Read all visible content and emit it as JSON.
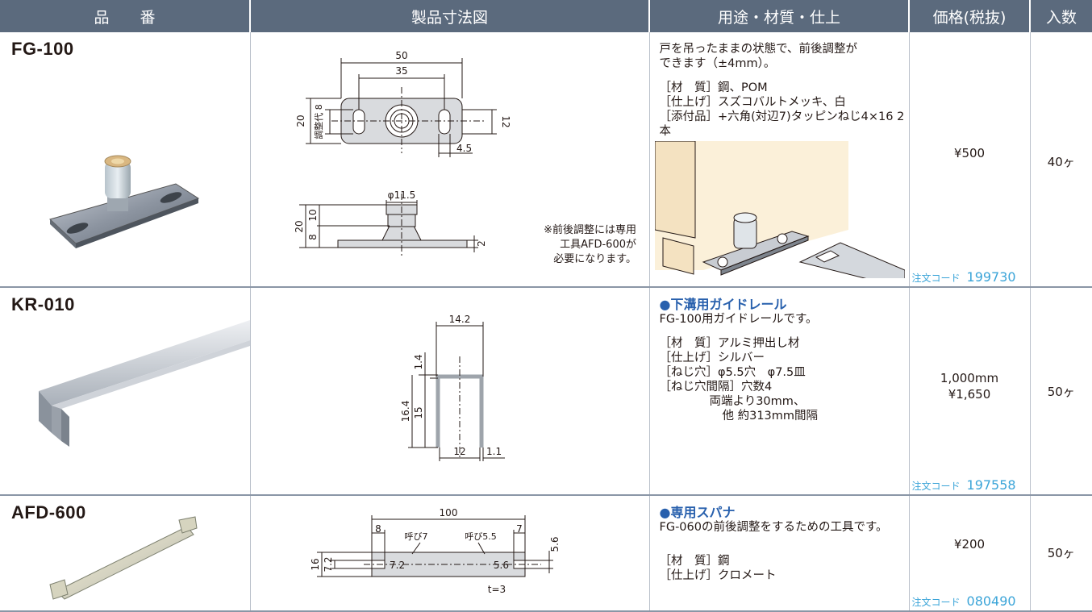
{
  "header": {
    "col_code": "品　　番",
    "col_drawing": "製品寸法図",
    "col_use": "用途・材質・仕上",
    "col_price": "価格(税抜)",
    "col_qty": "入数"
  },
  "rows": [
    {
      "code": "FG-100",
      "use_lines": [
        "戸を吊ったままの状態で、前後調整が",
        "できます（±4mm）。"
      ],
      "material": "［材　質］鋼、POM",
      "finish": "［仕上げ］スズコバルトメッキ、白",
      "accessory": "［添付品］+六角(対辺7)タッピンねじ4×16 2本",
      "note": [
        "※前後調整には専用",
        "工具AFD-600が",
        "必要になります。"
      ],
      "price": "¥500",
      "order_label": "注文コード",
      "order_code": "199730",
      "qty": "40ヶ",
      "dims": {
        "w50": "50",
        "w35": "35",
        "h20": "20",
        "adj8": "調整代 8",
        "h12": "12",
        "d45": "4.5",
        "phi": "φ11.5",
        "v20": "20",
        "v10": "10",
        "v8": "8",
        "v2": "2"
      }
    },
    {
      "code": "KR-010",
      "heading": "●下溝用ガイドレール",
      "use_lines": [
        "FG-100用ガイドレールです。"
      ],
      "material": "［材　質］アルミ押出し材",
      "finish": "［仕上げ］シルバー",
      "hole": "［ねじ穴］φ5.5穴　φ7.5皿",
      "spacing": "［ねじ穴間隔］穴数4",
      "spacing2": "両端より30mm、",
      "spacing3": "他 約313mm間隔",
      "price_line1": "1,000mm",
      "price": "¥1,650",
      "order_label": "注文コード",
      "order_code": "197558",
      "qty": "50ヶ",
      "dims": {
        "w": "14.2",
        "t": "1.4",
        "h": "16.4",
        "h15": "15",
        "i12": "12",
        "t11": "1.1"
      }
    },
    {
      "code": "AFD-600",
      "heading": "●専用スパナ",
      "use_lines": [
        "FG-060の前後調整をするための工具です。"
      ],
      "material": "［材　質］鋼",
      "finish": "［仕上げ］クロメート",
      "price": "¥200",
      "order_label": "注文コード",
      "order_code": "080490",
      "qty": "50ヶ",
      "dims": {
        "l": "100",
        "e8": "8",
        "e7": "7",
        "y7": "呼び7",
        "y55": "呼び5.5",
        "a72": "7.2",
        "a56": "5.6",
        "h16": "16",
        "s72": "7.2",
        "s56": "5.6",
        "t": "t=3"
      }
    }
  ]
}
